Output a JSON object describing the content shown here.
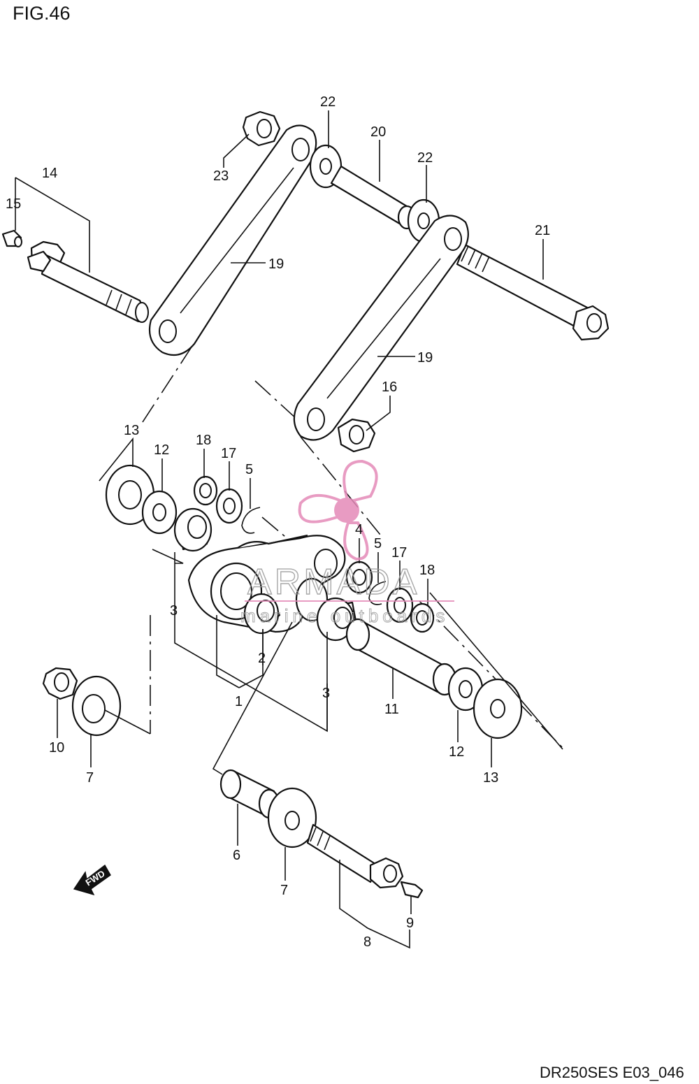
{
  "figure": {
    "title": "FIG.46",
    "code": "DR250SES E03_046"
  },
  "watermark": {
    "brand": "ARMADA",
    "tagline": "marine outboards",
    "color": "#e48ab8"
  },
  "fwd_label": "FWD",
  "callouts": {
    "c1": "1",
    "c2": "2",
    "c3a": "3",
    "c3b": "3",
    "c4": "4",
    "c5a": "5",
    "c5b": "5",
    "c6": "6",
    "c7a": "7",
    "c7b": "7",
    "c8": "8",
    "c9": "9",
    "c10": "10",
    "c11": "11",
    "c12a": "12",
    "c12b": "12",
    "c13a": "13",
    "c13b": "13",
    "c14": "14",
    "c15": "15",
    "c16": "16",
    "c17a": "17",
    "c17b": "17",
    "c18a": "18",
    "c18b": "18",
    "c19a": "19",
    "c19b": "19",
    "c20": "20",
    "c21": "21",
    "c22a": "22",
    "c22b": "22",
    "c23": "23"
  }
}
